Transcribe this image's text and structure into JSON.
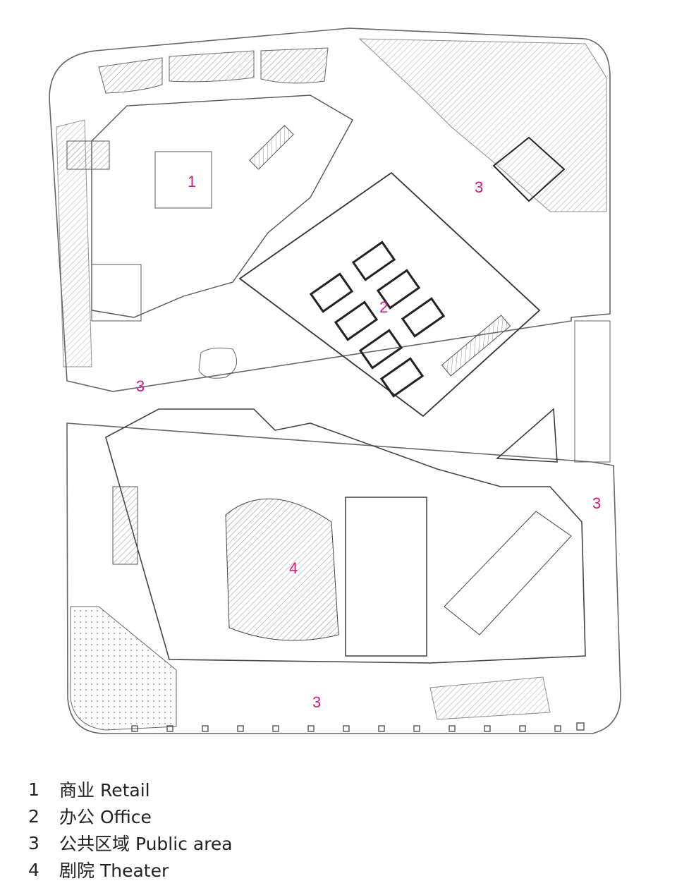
{
  "colors": {
    "label": "#e0127f",
    "line": "#555555",
    "hatch": "#888888"
  },
  "zone_labels": [
    {
      "id": "retail",
      "text": "1"
    },
    {
      "id": "office",
      "text": "2"
    },
    {
      "id": "public-ne",
      "text": "3"
    },
    {
      "id": "public-w",
      "text": "3"
    },
    {
      "id": "public-e",
      "text": "3"
    },
    {
      "id": "public-s",
      "text": "3"
    },
    {
      "id": "theater",
      "text": "4"
    }
  ],
  "legend": [
    {
      "num": "1",
      "text": "商业 Retail"
    },
    {
      "num": "2",
      "text": "办公 Office"
    },
    {
      "num": "3",
      "text": "公共区域 Public area"
    },
    {
      "num": "4",
      "text": "剧院 Theater"
    }
  ]
}
